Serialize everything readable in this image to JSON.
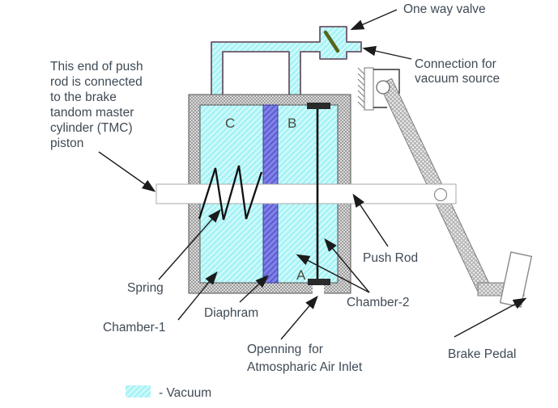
{
  "diagram_title": "Vacuum brake booster diagram",
  "colors": {
    "vacuum-base": "#a9f3f6",
    "vacuum-hatch": "#e6fdff",
    "diaphragm-base": "#8080e8",
    "diaphragm-hatch": "#4d4dc6",
    "wall-base": "#dcdcdc",
    "wall-dot": "#9b9b9b",
    "lever-base": "#ececec",
    "lever-dot": "#a9a9a9",
    "label-text": "#3f4a55",
    "chamber-text": "#4b4b3f",
    "valve-flap": "#55661a",
    "arrow": "#1b1b1b"
  },
  "labels": {
    "one_way_valve": "One way valve",
    "vacuum_connection": [
      "Connection for",
      "vacuum source"
    ],
    "tmc_note": [
      "This end of push",
      "rod is connected",
      "to the brake",
      "tandom master",
      "cylinder (TMC)",
      "piston"
    ],
    "chamber_c": "C",
    "chamber_b": "B",
    "chamber_a": "A",
    "spring": "Spring",
    "chamber_1": "Chamber-1",
    "diaphragm": "Diaphram",
    "air_inlet": [
      "Openning  for",
      "Atmospharic Air Inlet"
    ],
    "chamber_2": "Chamber-2",
    "push_rod": "Push Rod",
    "brake_pedal": "Brake Pedal",
    "legend_vacuum": "- Vacuum"
  }
}
